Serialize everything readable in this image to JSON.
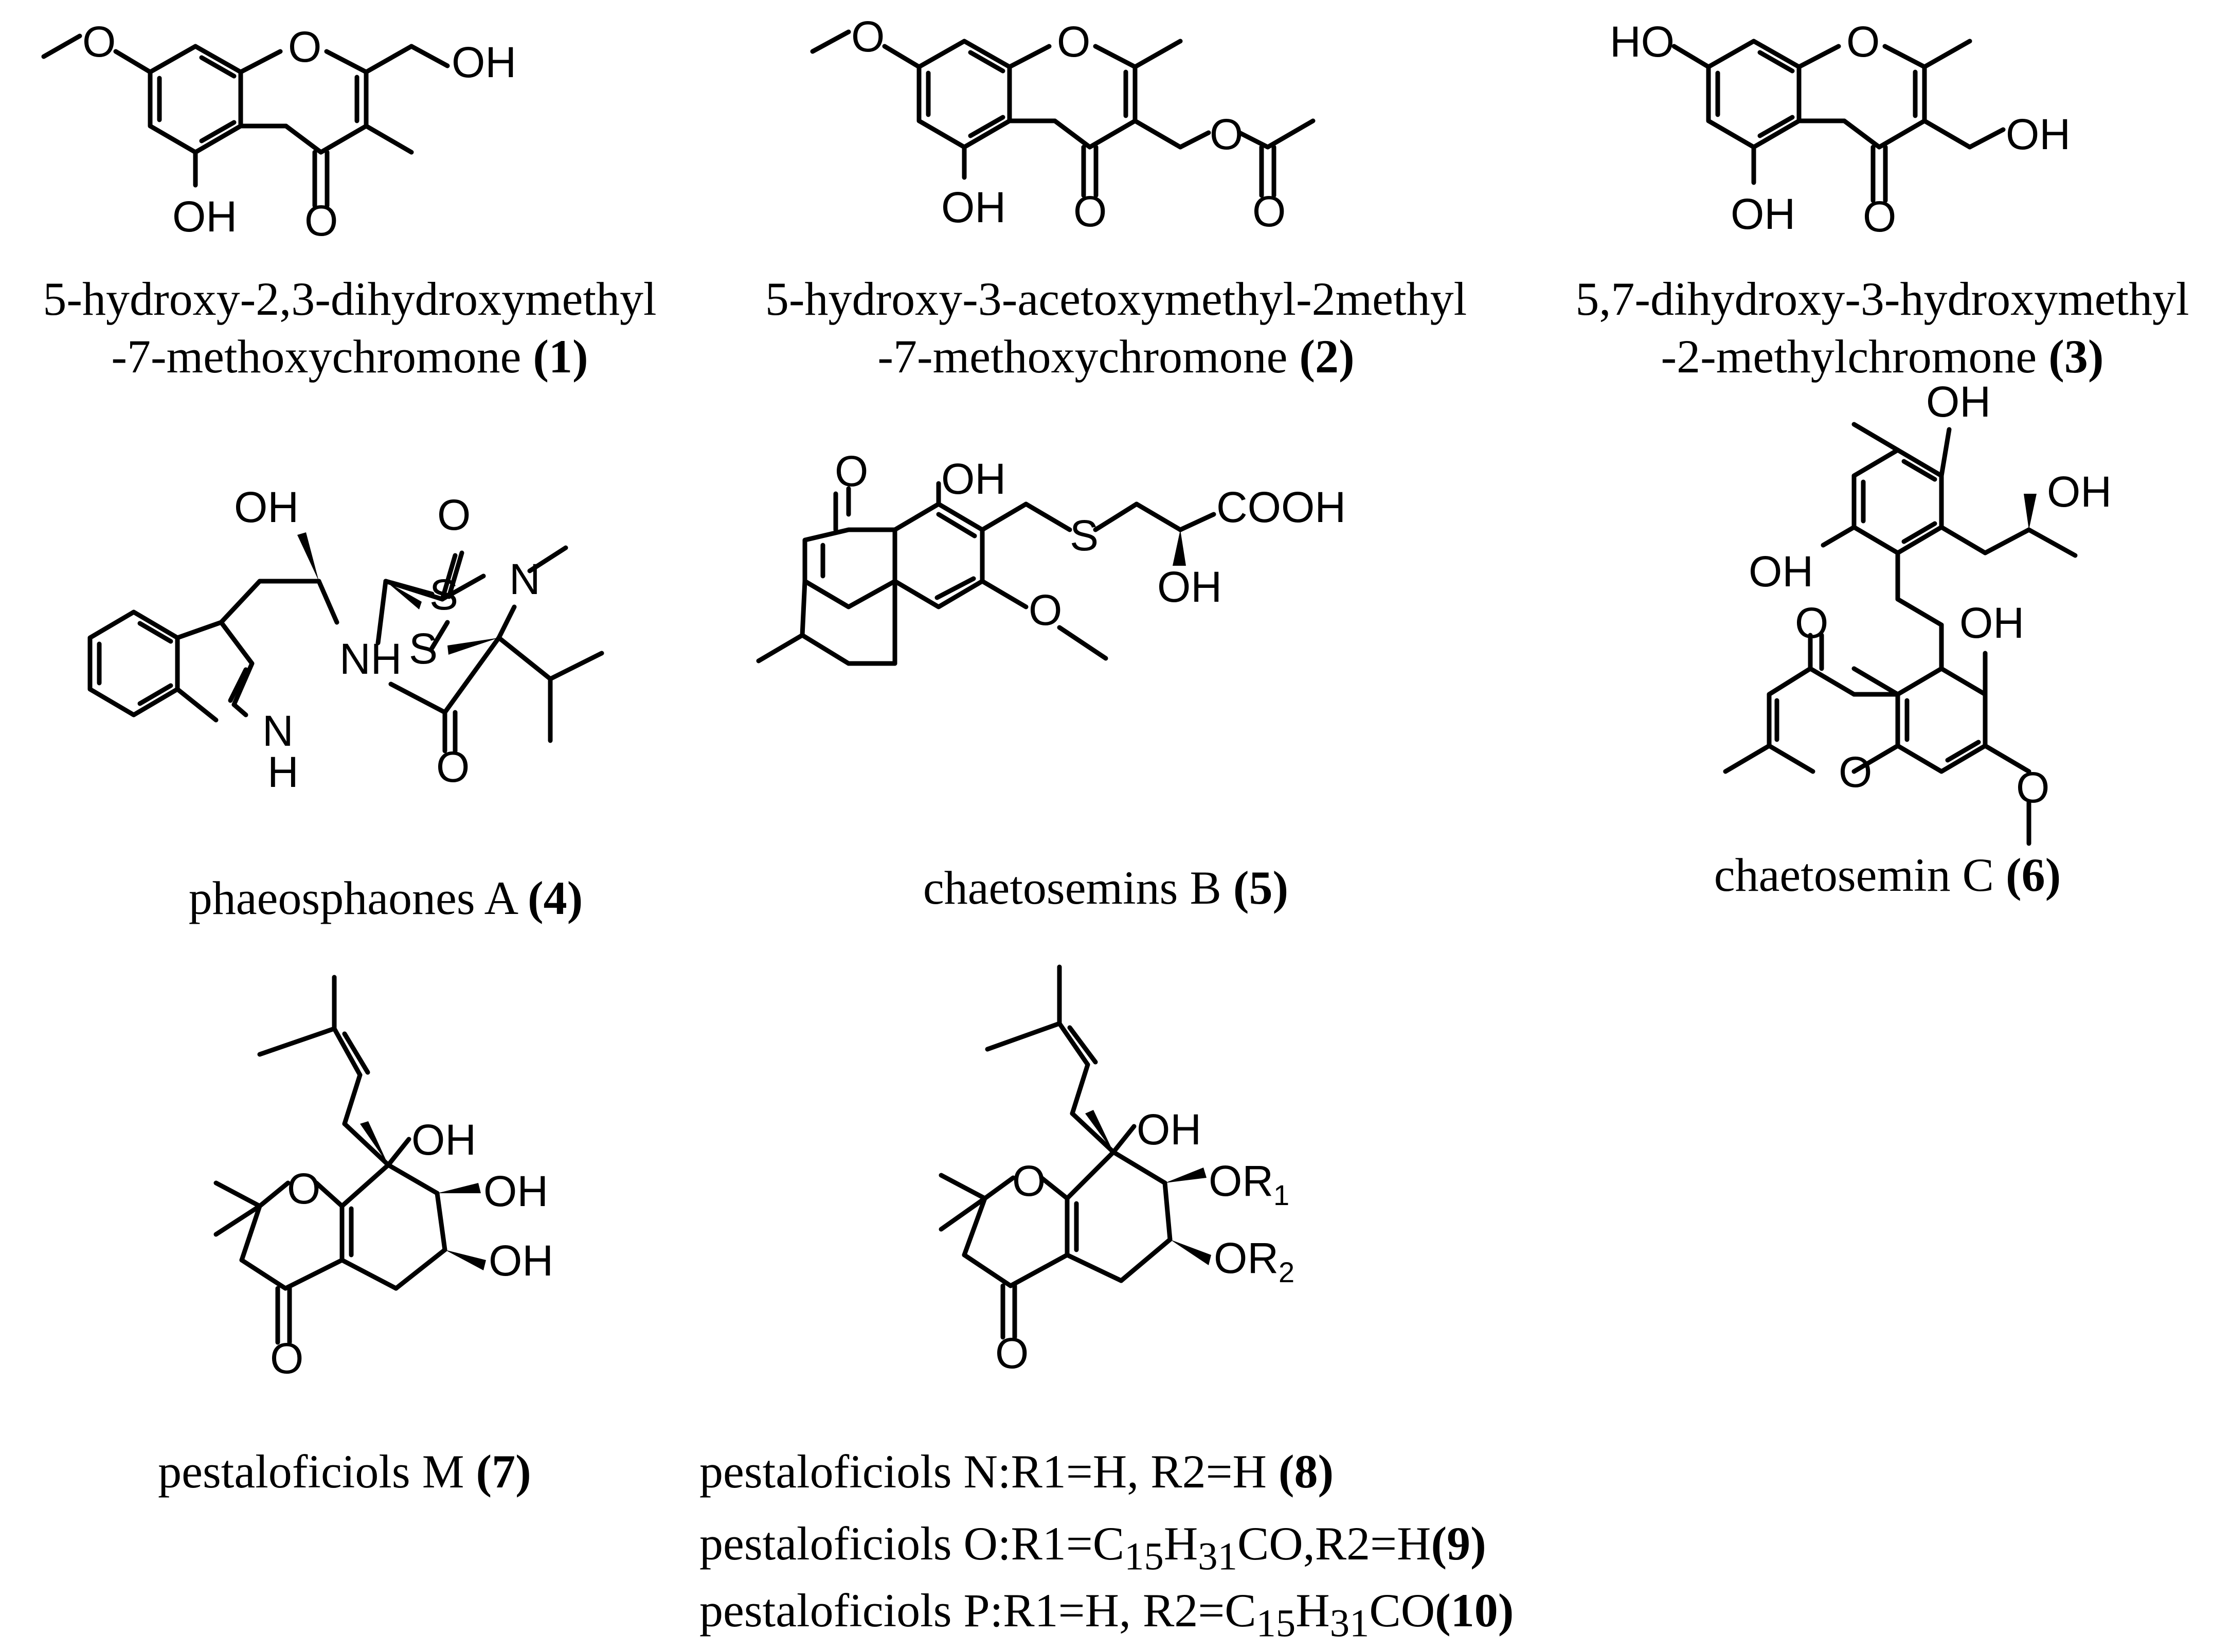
{
  "compounds": [
    {
      "id": "1",
      "name_line1": "5-hydroxy-2,3-dihydroxymethyl",
      "name_line2": "-7-methoxychromone",
      "label": "(1)"
    },
    {
      "id": "2",
      "name_line1": "5-hydroxy-3-acetoxymethyl-2methyl",
      "name_line2": "-7-methoxychromone",
      "label": "(2)"
    },
    {
      "id": "3",
      "name_line1": "5,7-dihydroxy-3-hydroxymethyl",
      "name_line2": "-2-methylchromone",
      "label": "(3)"
    },
    {
      "id": "4",
      "name": "phaeosphaones A",
      "label": "(4)"
    },
    {
      "id": "5",
      "name": "chaetosemins B",
      "label": "(5)"
    },
    {
      "id": "6",
      "name": "chaetosemin C",
      "label": "(6)"
    },
    {
      "id": "7",
      "name": "pestaloficiols M",
      "label": "(7)"
    }
  ],
  "variants": {
    "line8": {
      "text": "pestaloficiols N:R1=H, R2=H",
      "label": "(8)"
    },
    "line9": {
      "pre": "pestaloficiols O:R1=C",
      "s1": "15",
      "mid": "H",
      "s2": "31",
      "post": "CO,R2=H",
      "label": "(9)"
    },
    "line10": {
      "pre": "pestaloficiols P:R1=H, R2=C",
      "s1": "15",
      "mid": "H",
      "s2": "31",
      "post": "CO",
      "label": "(10)"
    }
  },
  "atom_labels": {
    "O": "O",
    "OH": "OH",
    "HO": "HO",
    "S": "S",
    "N": "N",
    "NH": "NH",
    "H": "H",
    "COOH": "COOH",
    "R": "OR",
    "R1": "1",
    "R2": "2"
  }
}
